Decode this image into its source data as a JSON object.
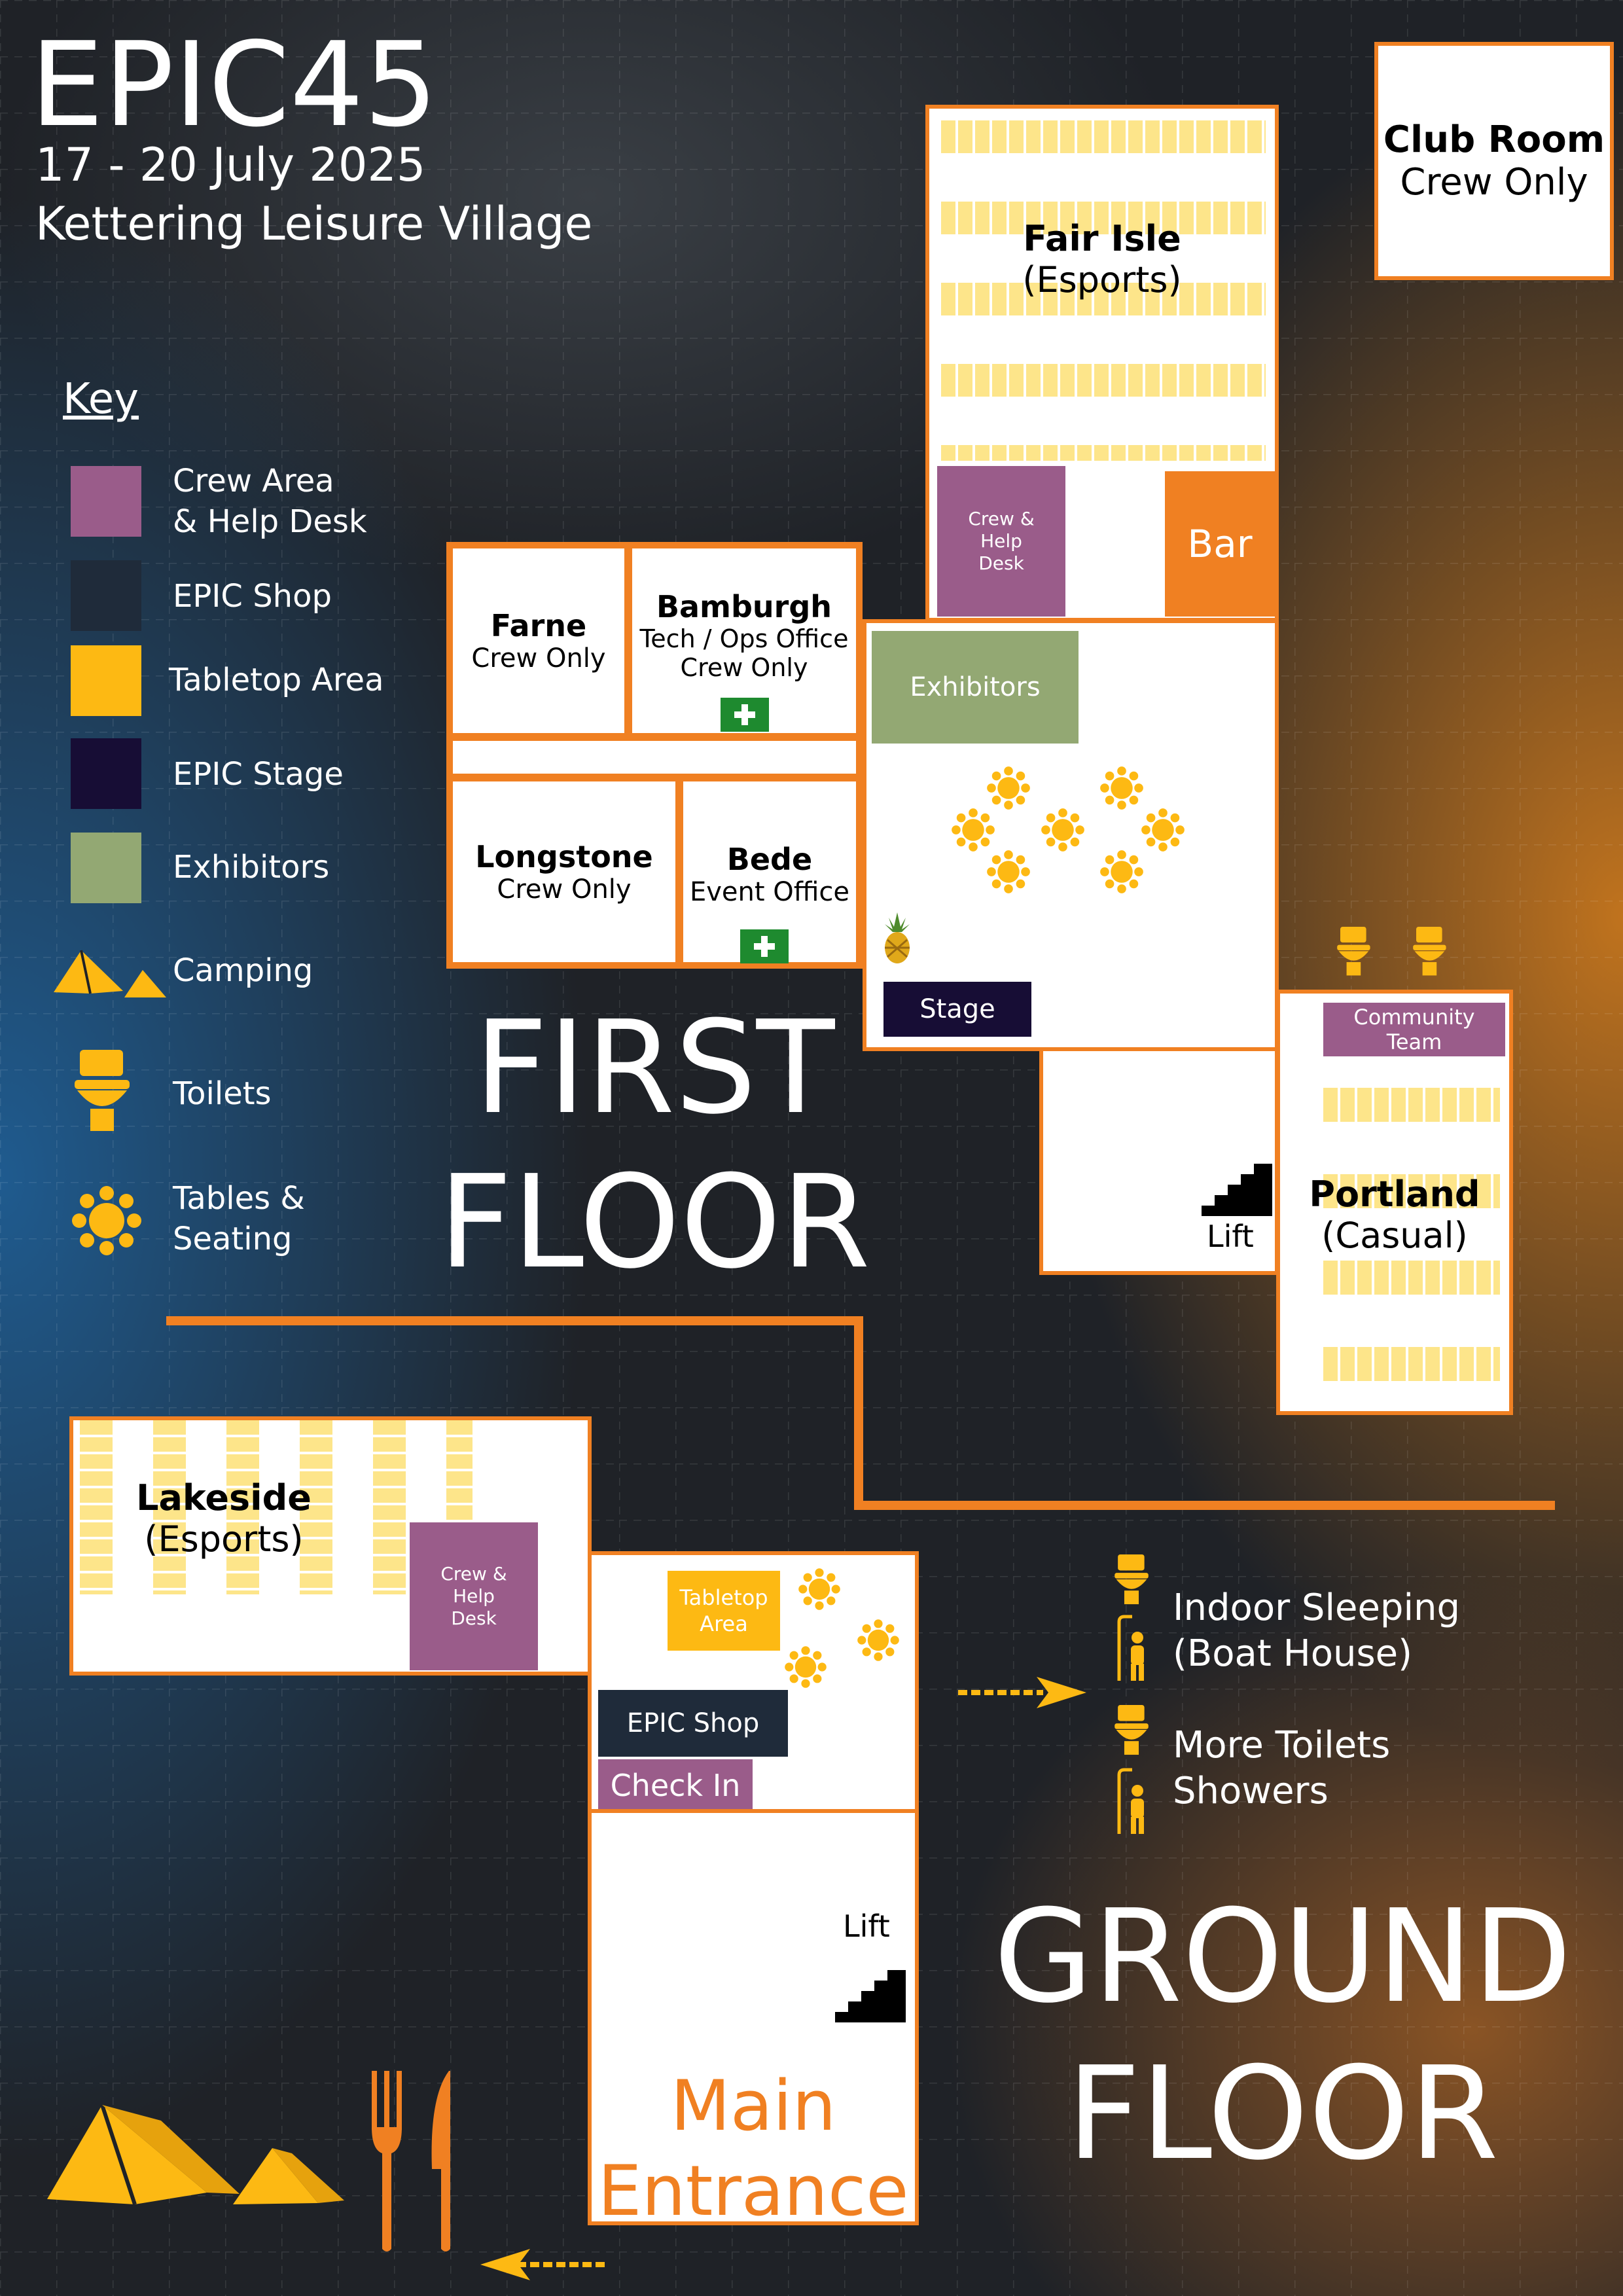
{
  "event": {
    "title": "EPIC45",
    "dates": "17 - 20 July 2025",
    "venue": "Kettering Leisure Village"
  },
  "colors": {
    "orange": "#f08022",
    "crew_purple": "#9a5c8a",
    "shop_navy": "#1f2b3a",
    "tabletop_yellow": "#fdb913",
    "stage_dark": "#170d35",
    "exhibitors_green": "#93a873",
    "first_aid_green": "#1e8a2f"
  },
  "key": {
    "heading": "Key",
    "items": [
      {
        "label": "Crew Area\n& Help Desk",
        "color": "#9a5c8a"
      },
      {
        "label": "EPIC Shop",
        "color": "#1f2b3a"
      },
      {
        "label": "Tabletop Area",
        "color": "#fdb913"
      },
      {
        "label": "EPIC Stage",
        "color": "#170d35"
      },
      {
        "label": "Exhibitors",
        "color": "#93a873"
      },
      {
        "label": "Camping",
        "icon": "tent-icon"
      },
      {
        "label": "Toilets",
        "icon": "toilet-icon"
      },
      {
        "label": "Tables &\nSeating",
        "icon": "seating-icon"
      }
    ]
  },
  "first_floor": {
    "label": "FIRST\nFLOOR",
    "club_room": {
      "name": "Club Room",
      "sub": "Crew Only"
    },
    "fair_isle": {
      "name": "Fair Isle",
      "sub": "(Esports)"
    },
    "crew_desk": "Crew &\nHelp\nDesk",
    "bar": "Bar",
    "farne": {
      "name": "Farne",
      "sub": "Crew Only"
    },
    "bamburgh": {
      "name": "Bamburgh",
      "sub1": "Tech / Ops Office",
      "sub2": "Crew Only"
    },
    "longstone": {
      "name": "Longstone",
      "sub": "Crew Only"
    },
    "bede": {
      "name": "Bede",
      "sub": "Event Office"
    },
    "exhibitors": "Exhibitors",
    "stage": "Stage",
    "community_team": "Community Team",
    "portland": {
      "name": "Portland",
      "sub": "(Casual)"
    },
    "lift": "Lift"
  },
  "ground_floor": {
    "label": "GROUND\nFLOOR",
    "lakeside": {
      "name": "Lakeside",
      "sub": "(Esports)"
    },
    "crew_desk": "Crew &\nHelp\nDesk",
    "tabletop": "Tabletop\nArea",
    "epic_shop": "EPIC Shop",
    "check_in": "Check In",
    "lift": "Lift",
    "main_entrance": "Main\nEntrance",
    "external": {
      "sleeping": "Indoor Sleeping\n(Boat House)",
      "toilets": "More Toilets\nShowers"
    }
  }
}
